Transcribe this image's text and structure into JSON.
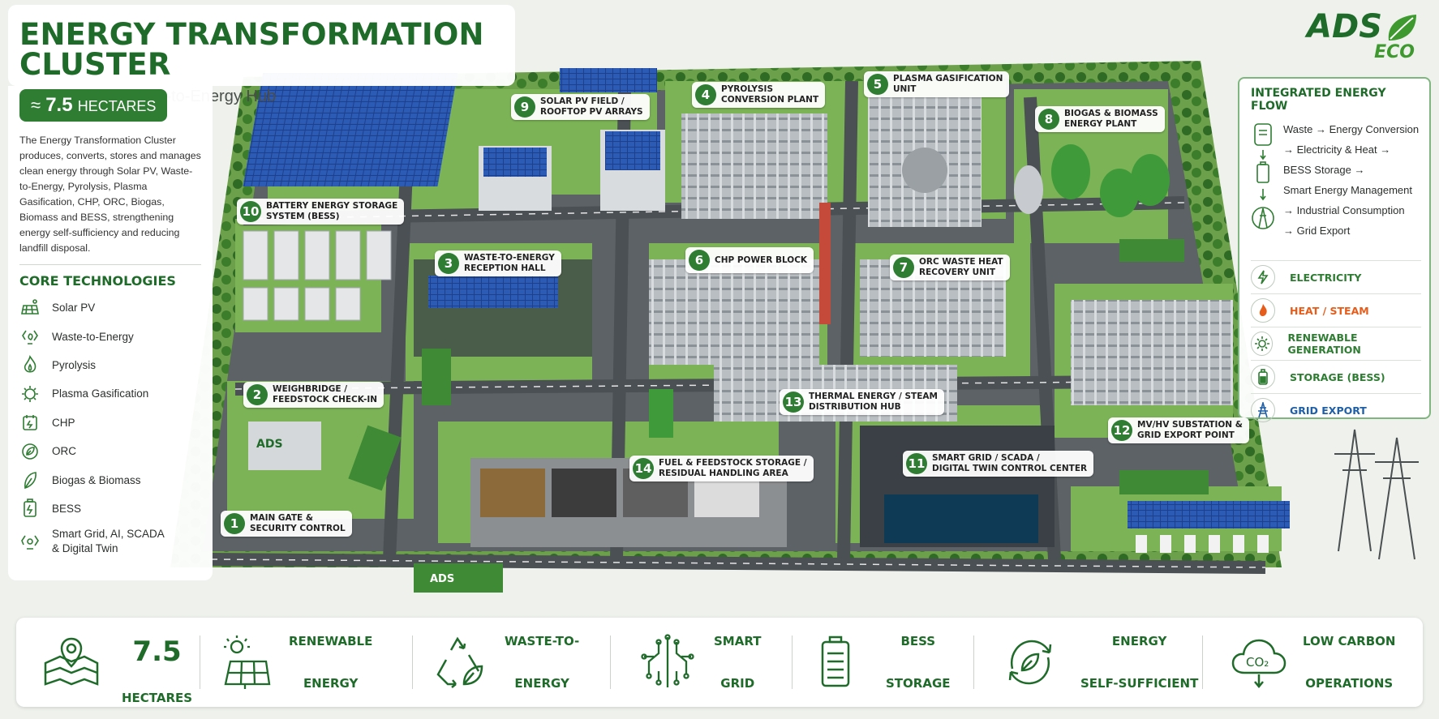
{
  "header": {
    "title": "ENERGY TRANSFORMATION CLUSTER",
    "subtitle": "Renewable & Waste-to-Energy Hub"
  },
  "logo": {
    "brand": "ADS",
    "tag": "ECO"
  },
  "area_badge": {
    "prefix": "≈",
    "value": "7.5",
    "unit": "HECTARES"
  },
  "description": "The Energy Transformation Cluster produces, converts, stores and manages clean energy through Solar PV, Waste-to-Energy, Pyrolysis, Plasma Gasification, CHP, ORC, Biogas, Biomass and BESS, strengthening energy self-sufficiency and reducing landfill disposal.",
  "core_technologies": {
    "title": "CORE TECHNOLOGIES",
    "items": [
      {
        "label": "Solar PV",
        "icon": "solar-panel-icon"
      },
      {
        "label": "Waste-to-Energy",
        "icon": "recycle-leaf-icon"
      },
      {
        "label": "Pyrolysis",
        "icon": "flame-icon"
      },
      {
        "label": "Plasma Gasification",
        "icon": "plasma-gear-icon"
      },
      {
        "label": "CHP",
        "icon": "chp-icon"
      },
      {
        "label": "ORC",
        "icon": "orc-leaf-icon"
      },
      {
        "label": "Biogas & Biomass",
        "icon": "biomass-leaf-icon"
      },
      {
        "label": "BESS",
        "icon": "battery-icon"
      },
      {
        "label": "Smart Grid, AI, SCADA",
        "label2": "& Digital Twin",
        "icon": "smart-grid-icon"
      }
    ]
  },
  "energy_flow": {
    "title": "INTEGRATED ENERGY FLOW",
    "steps": [
      "Waste → Energy Conversion",
      "→  Electricity & Heat →",
      "BESS Storage →",
      "Smart Energy Management",
      "→  Industrial Consumption",
      "→  Grid Export"
    ],
    "legend": [
      {
        "label": "ELECTRICITY",
        "color": "#2e7d32",
        "icon": "lightning-icon"
      },
      {
        "label": "HEAT / STEAM",
        "color": "#e65c1a",
        "icon": "flame-icon"
      },
      {
        "label": "RENEWABLE GENERATION",
        "color": "#2e7d32",
        "icon": "sun-icon"
      },
      {
        "label": "STORAGE (BESS)",
        "color": "#2e7d32",
        "icon": "battery-icon"
      },
      {
        "label": "GRID EXPORT",
        "color": "#1f5fa8",
        "icon": "pylon-icon"
      }
    ]
  },
  "facilities": [
    {
      "num": "1",
      "label": "MAIN GATE &\nSECURITY CONTROL"
    },
    {
      "num": "2",
      "label": "WEIGHBRIDGE /\nFEEDSTOCK CHECK-IN"
    },
    {
      "num": "3",
      "label": "WASTE-TO-ENERGY\nRECEPTION HALL"
    },
    {
      "num": "4",
      "label": "PYROLYSIS\nCONVERSION PLANT"
    },
    {
      "num": "5",
      "label": "PLASMA GASIFICATION\nUNIT"
    },
    {
      "num": "6",
      "label": "CHP POWER BLOCK"
    },
    {
      "num": "7",
      "label": "ORC WASTE HEAT\nRECOVERY UNIT"
    },
    {
      "num": "8",
      "label": "BIOGAS & BIOMASS\nENERGY PLANT"
    },
    {
      "num": "9",
      "label": "SOLAR PV FIELD /\nROOFTOP PV ARRAYS"
    },
    {
      "num": "10",
      "label": "BATTERY ENERGY STORAGE\nSYSTEM (BESS)"
    },
    {
      "num": "11",
      "label": "SMART GRID / SCADA /\nDIGITAL TWIN CONTROL CENTER"
    },
    {
      "num": "12",
      "label": "MV/HV SUBSTATION &\nGRID EXPORT POINT"
    },
    {
      "num": "13",
      "label": "THERMAL ENERGY / STEAM\nDISTRIBUTION HUB"
    },
    {
      "num": "14",
      "label": "FUEL & FEEDSTOCK STORAGE /\nRESIDUAL HANDLING AREA"
    }
  ],
  "signage": {
    "gate": "ADS",
    "truck": "ADS"
  },
  "stats": [
    {
      "l1": "7.5",
      "l2": "HECTARES",
      "icon": "land-map-icon"
    },
    {
      "l1": "RENEWABLE",
      "l2": "ENERGY",
      "icon": "solar-sun-icon"
    },
    {
      "l1": "WASTE-TO-",
      "l2": "ENERGY",
      "icon": "recycle-icon"
    },
    {
      "l1": "SMART",
      "l2": "GRID",
      "icon": "circuit-icon"
    },
    {
      "l1": "BESS",
      "l2": "STORAGE",
      "icon": "battery-icon"
    },
    {
      "l1": "ENERGY",
      "l2": "SELF-SUFFICIENT",
      "icon": "leaf-cycle-icon"
    },
    {
      "l1": "LOW CARBON",
      "l2": "OPERATIONS",
      "icon": "co2-cloud-icon"
    }
  ],
  "stats_co2_glyph": "CO₂",
  "colors": {
    "primary_green": "#1f6b2a",
    "badge_green": "#2e7d32",
    "heat_orange": "#e65c1a",
    "grid_blue": "#1f5fa8"
  }
}
